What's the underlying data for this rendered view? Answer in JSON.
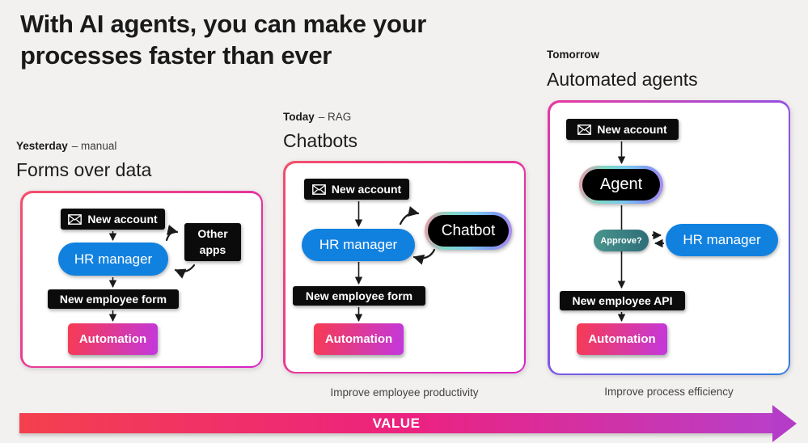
{
  "title": "With AI agents, you can make your processes faster than ever",
  "panels": [
    {
      "tag": "Yesterday",
      "tag_suffix": "– manual",
      "heading": "Forms over data",
      "caption": "",
      "nodes": {
        "new_account": "New account",
        "hr_manager": "HR manager",
        "other_apps": "Other apps",
        "output": "New employee form",
        "automation": "Automation"
      }
    },
    {
      "tag": "Today",
      "tag_suffix": "– RAG",
      "heading": "Chatbots",
      "caption": "Improve employee productivity",
      "nodes": {
        "new_account": "New account",
        "hr_manager": "HR manager",
        "chatbot": "Chatbot",
        "output": "New employee form",
        "automation": "Automation"
      }
    },
    {
      "tag": "Tomorrow",
      "tag_suffix": "",
      "heading": "Automated agents",
      "caption": "Improve process efficiency",
      "nodes": {
        "new_account": "New account",
        "agent": "Agent",
        "approve": "Approve?",
        "hr_manager": "HR manager",
        "output": "New employee API",
        "automation": "Automation"
      }
    }
  ],
  "value_arrow": {
    "label": "VALUE"
  },
  "icons": {
    "new_account": "envelope-icon"
  },
  "colors": {
    "background": "#f2f1ef",
    "node_black": "#0b0b0b",
    "blue": "#1181e0",
    "teal_gradient": [
      "#4a958e",
      "#2e6e78"
    ],
    "automation_gradient": [
      "#f73b51",
      "#c338de"
    ],
    "panel_border_pink": [
      "#f4506b",
      "#d921c6"
    ],
    "panel_border_tomorrow": [
      "#e8399e",
      "#9150e8",
      "#2f7de0"
    ],
    "ai_pill_border": [
      "#f09aa8",
      "#7fd9c4",
      "#7cc8f0",
      "#b289ef"
    ],
    "value_gradient": [
      "#f4404e",
      "#ec2280",
      "#b93fc8"
    ]
  }
}
